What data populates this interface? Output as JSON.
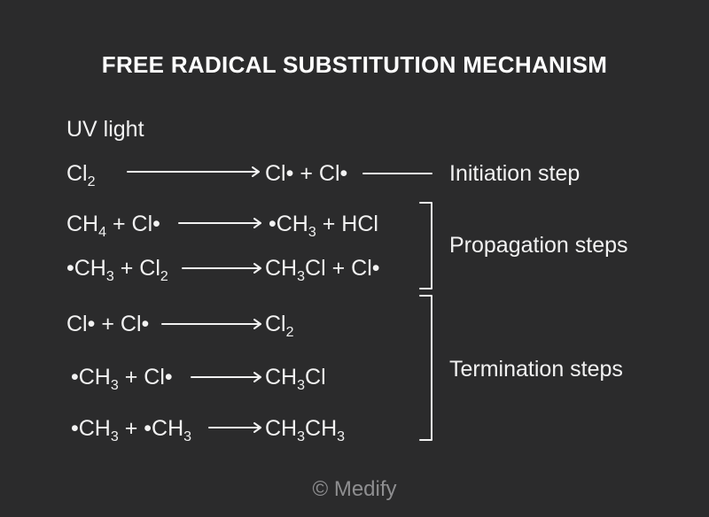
{
  "title": "FREE RADICAL SUBSTITUTION MECHANISM",
  "condition": "UV light",
  "initiation": {
    "reactant_1": "Cl",
    "reactant_1_sub": "2",
    "product_1": "Cl•",
    "plus": "+",
    "product_2": "Cl•",
    "label": "Initiation step"
  },
  "propagation": {
    "label": "Propagation steps",
    "r1": {
      "a": "CH",
      "a_sub": "4",
      "plus": "+",
      "b": "Cl•",
      "p1": "•CH",
      "p1_sub": "3",
      "plus2": "+",
      "p2": "HCl"
    },
    "r2": {
      "a": "•CH",
      "a_sub": "3",
      "plus": "+",
      "b": "Cl",
      "b_sub": "2",
      "p1a": "CH",
      "p1_sub": "3",
      "p1b": "Cl",
      "plus2": "+",
      "p2": "Cl•"
    }
  },
  "termination": {
    "label": "Termination steps",
    "r1": {
      "a": "Cl•",
      "plus": "+",
      "b": "Cl•",
      "p": "Cl",
      "p_sub": "2"
    },
    "r2": {
      "a": "•CH",
      "a_sub": "3",
      "plus": "+",
      "b": "Cl•",
      "pa": "CH",
      "p_sub": "3",
      "pb": "Cl"
    },
    "r3": {
      "a": "•CH",
      "a_sub": "3",
      "plus": "+",
      "b": "•CH",
      "b_sub": "3",
      "pa": "CH",
      "p_sub1": "3",
      "pb": "CH",
      "p_sub2": "3"
    }
  },
  "copyright": "© Medify"
}
